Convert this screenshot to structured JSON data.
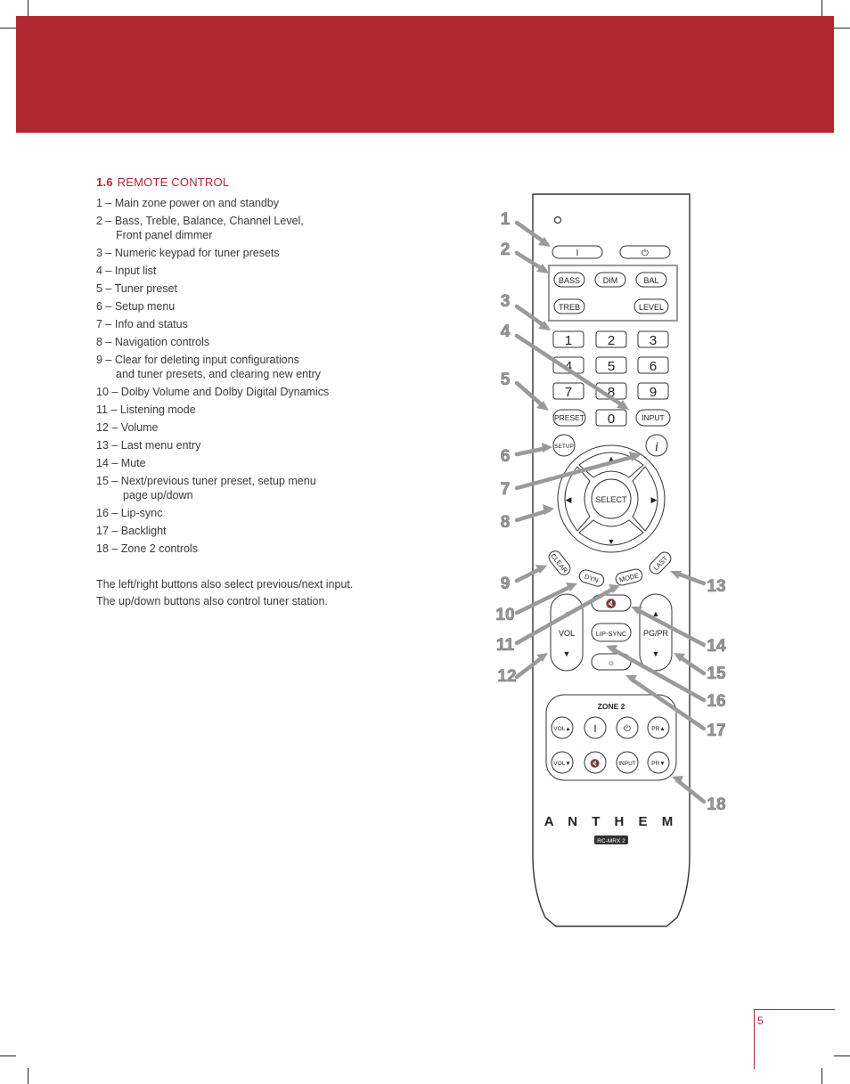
{
  "header": {
    "section_number": "1.6",
    "section_title": "REMOTE CONTROL"
  },
  "legend": [
    "1 – Main zone power on and standby",
    "2 – Bass, Treble, Balance, Channel Level,",
    "Front panel dimmer",
    "3 – Numeric keypad for tuner presets",
    "4 – Input list",
    "5 – Tuner preset",
    "6 – Setup menu",
    "7 – Info and status",
    "8 – Navigation controls",
    "9 – Clear for deleting input configurations",
    "and tuner presets, and clearing new entry",
    "10 – Dolby Volume and Dolby Digital Dynamics",
    "11 – Listening mode",
    "12 – Volume",
    "13 – Last menu entry",
    "14 – Mute",
    "15 – Next/previous tuner preset, setup menu",
    "page up/down",
    "16 – Lip-sync",
    "17 – Backlight",
    "18 – Zone 2 controls"
  ],
  "notes": [
    "The left/right buttons also select previous/next input.",
    "The up/down buttons also control tuner station."
  ],
  "remote": {
    "power_on": "I",
    "standby": "⏻",
    "bass": "BASS",
    "dim": "DIM",
    "bal": "BAL",
    "treb": "TREB",
    "level": "LEVEL",
    "digits": [
      "1",
      "2",
      "3",
      "4",
      "5",
      "6",
      "7",
      "8",
      "9",
      "0"
    ],
    "preset": "PRESET",
    "input": "INPUT",
    "setup": "SETUP",
    "info": "i",
    "select": "SELECT",
    "clear": "CLEAR",
    "dyn": "DYN",
    "mode": "MODE",
    "last": "LAST",
    "vol": "VOL",
    "lipsync": "LIP-SYNC",
    "pgpr": "PG/PR",
    "zone2_title": "ZONE 2",
    "zone2_vol_up": "VOL▲",
    "zone2_on": "I",
    "zone2_standby": "⏻",
    "zone2_pr_up": "PR▲",
    "zone2_vol_down": "VOL▼",
    "zone2_input": "INPUT",
    "zone2_pr_down": "PR▼",
    "brand": "A N T H E M",
    "model": "RC-MRX 2"
  },
  "callouts": [
    "1",
    "2",
    "3",
    "4",
    "5",
    "6",
    "7",
    "8",
    "9",
    "10",
    "11",
    "12",
    "13",
    "14",
    "15",
    "16",
    "17",
    "18"
  ],
  "page_number": "5",
  "colors": {
    "brand_red": "#b0282f",
    "callout_gray": "#9a9a9a"
  }
}
